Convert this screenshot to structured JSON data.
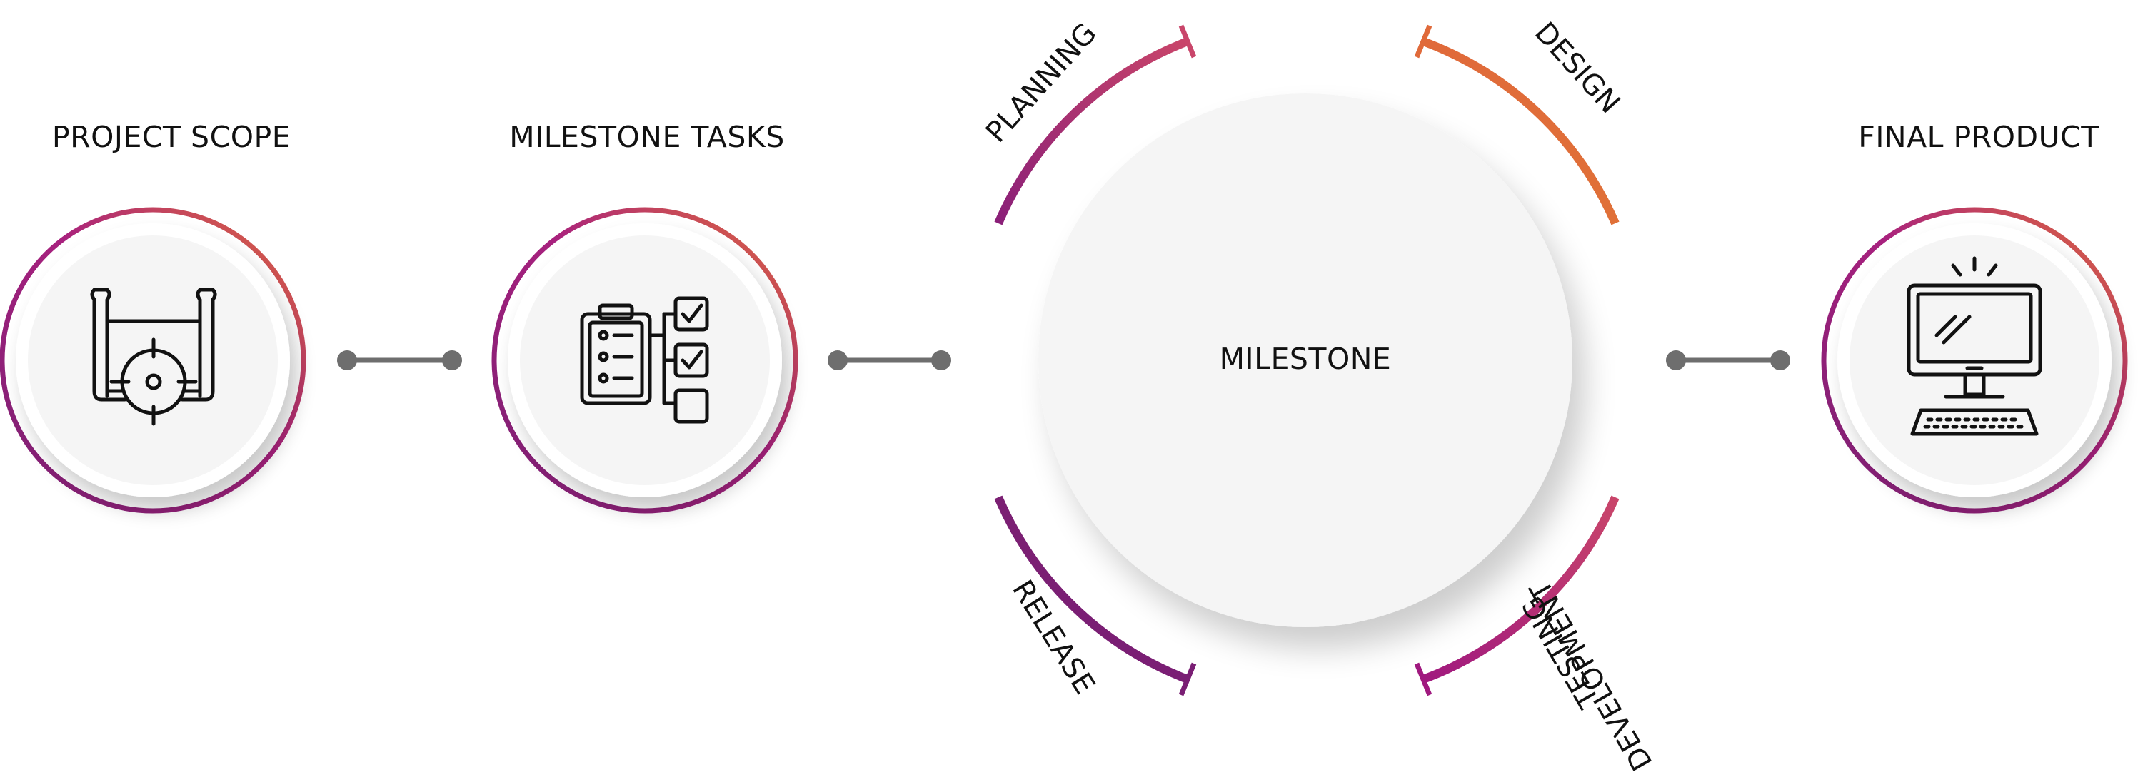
{
  "stages": [
    {
      "id": "project-scope",
      "label": "PROJECT SCOPE",
      "icon": "blueprint-target-icon"
    },
    {
      "id": "milestone-tasks",
      "label": "MILESTONE TASKS",
      "icon": "checklist-icon"
    },
    {
      "id": "final-product",
      "label": "FINAL PRODUCT",
      "icon": "desktop-computer-icon"
    }
  ],
  "center": {
    "label": "MILESTONE"
  },
  "phases": [
    {
      "id": "planning",
      "label": "PLANNING"
    },
    {
      "id": "design",
      "label": "DESIGN"
    },
    {
      "id": "development",
      "label": "DEVELOPMENT"
    },
    {
      "id": "testing",
      "label": "TESTING"
    },
    {
      "id": "release",
      "label": "RELEASE"
    }
  ],
  "colors": {
    "purple": "#7B1F73",
    "magenta": "#A8217E",
    "pink": "#C9456A",
    "orange": "#E06A3A",
    "connector": "#6e6e6e",
    "icon": "#111111",
    "disc": "#f5f5f5"
  }
}
